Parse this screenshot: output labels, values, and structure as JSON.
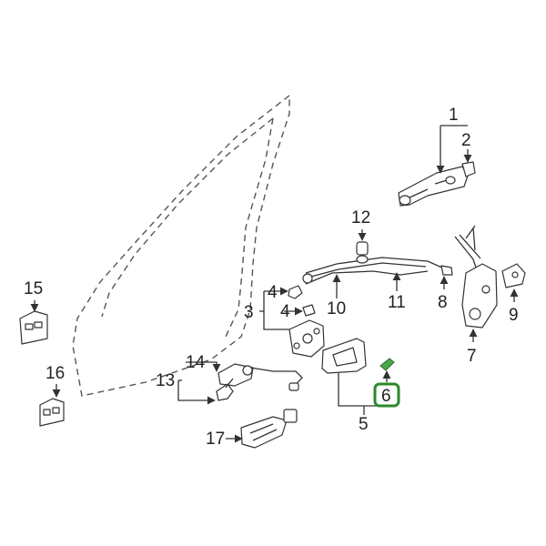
{
  "diagram": {
    "highlight_color": "#2a8a2a",
    "callouts": [
      {
        "id": "c1",
        "label": "1"
      },
      {
        "id": "c2",
        "label": "2"
      },
      {
        "id": "c3",
        "label": "3"
      },
      {
        "id": "c4a",
        "label": "4"
      },
      {
        "id": "c4b",
        "label": "4"
      },
      {
        "id": "c5",
        "label": "5"
      },
      {
        "id": "c6",
        "label": "6"
      },
      {
        "id": "c7",
        "label": "7"
      },
      {
        "id": "c8",
        "label": "8"
      },
      {
        "id": "c9",
        "label": "9"
      },
      {
        "id": "c10",
        "label": "10"
      },
      {
        "id": "c11",
        "label": "11"
      },
      {
        "id": "c12",
        "label": "12"
      },
      {
        "id": "c13",
        "label": "13"
      },
      {
        "id": "c14",
        "label": "14"
      },
      {
        "id": "c15",
        "label": "15"
      },
      {
        "id": "c16",
        "label": "16"
      },
      {
        "id": "c17",
        "label": "17"
      }
    ]
  }
}
